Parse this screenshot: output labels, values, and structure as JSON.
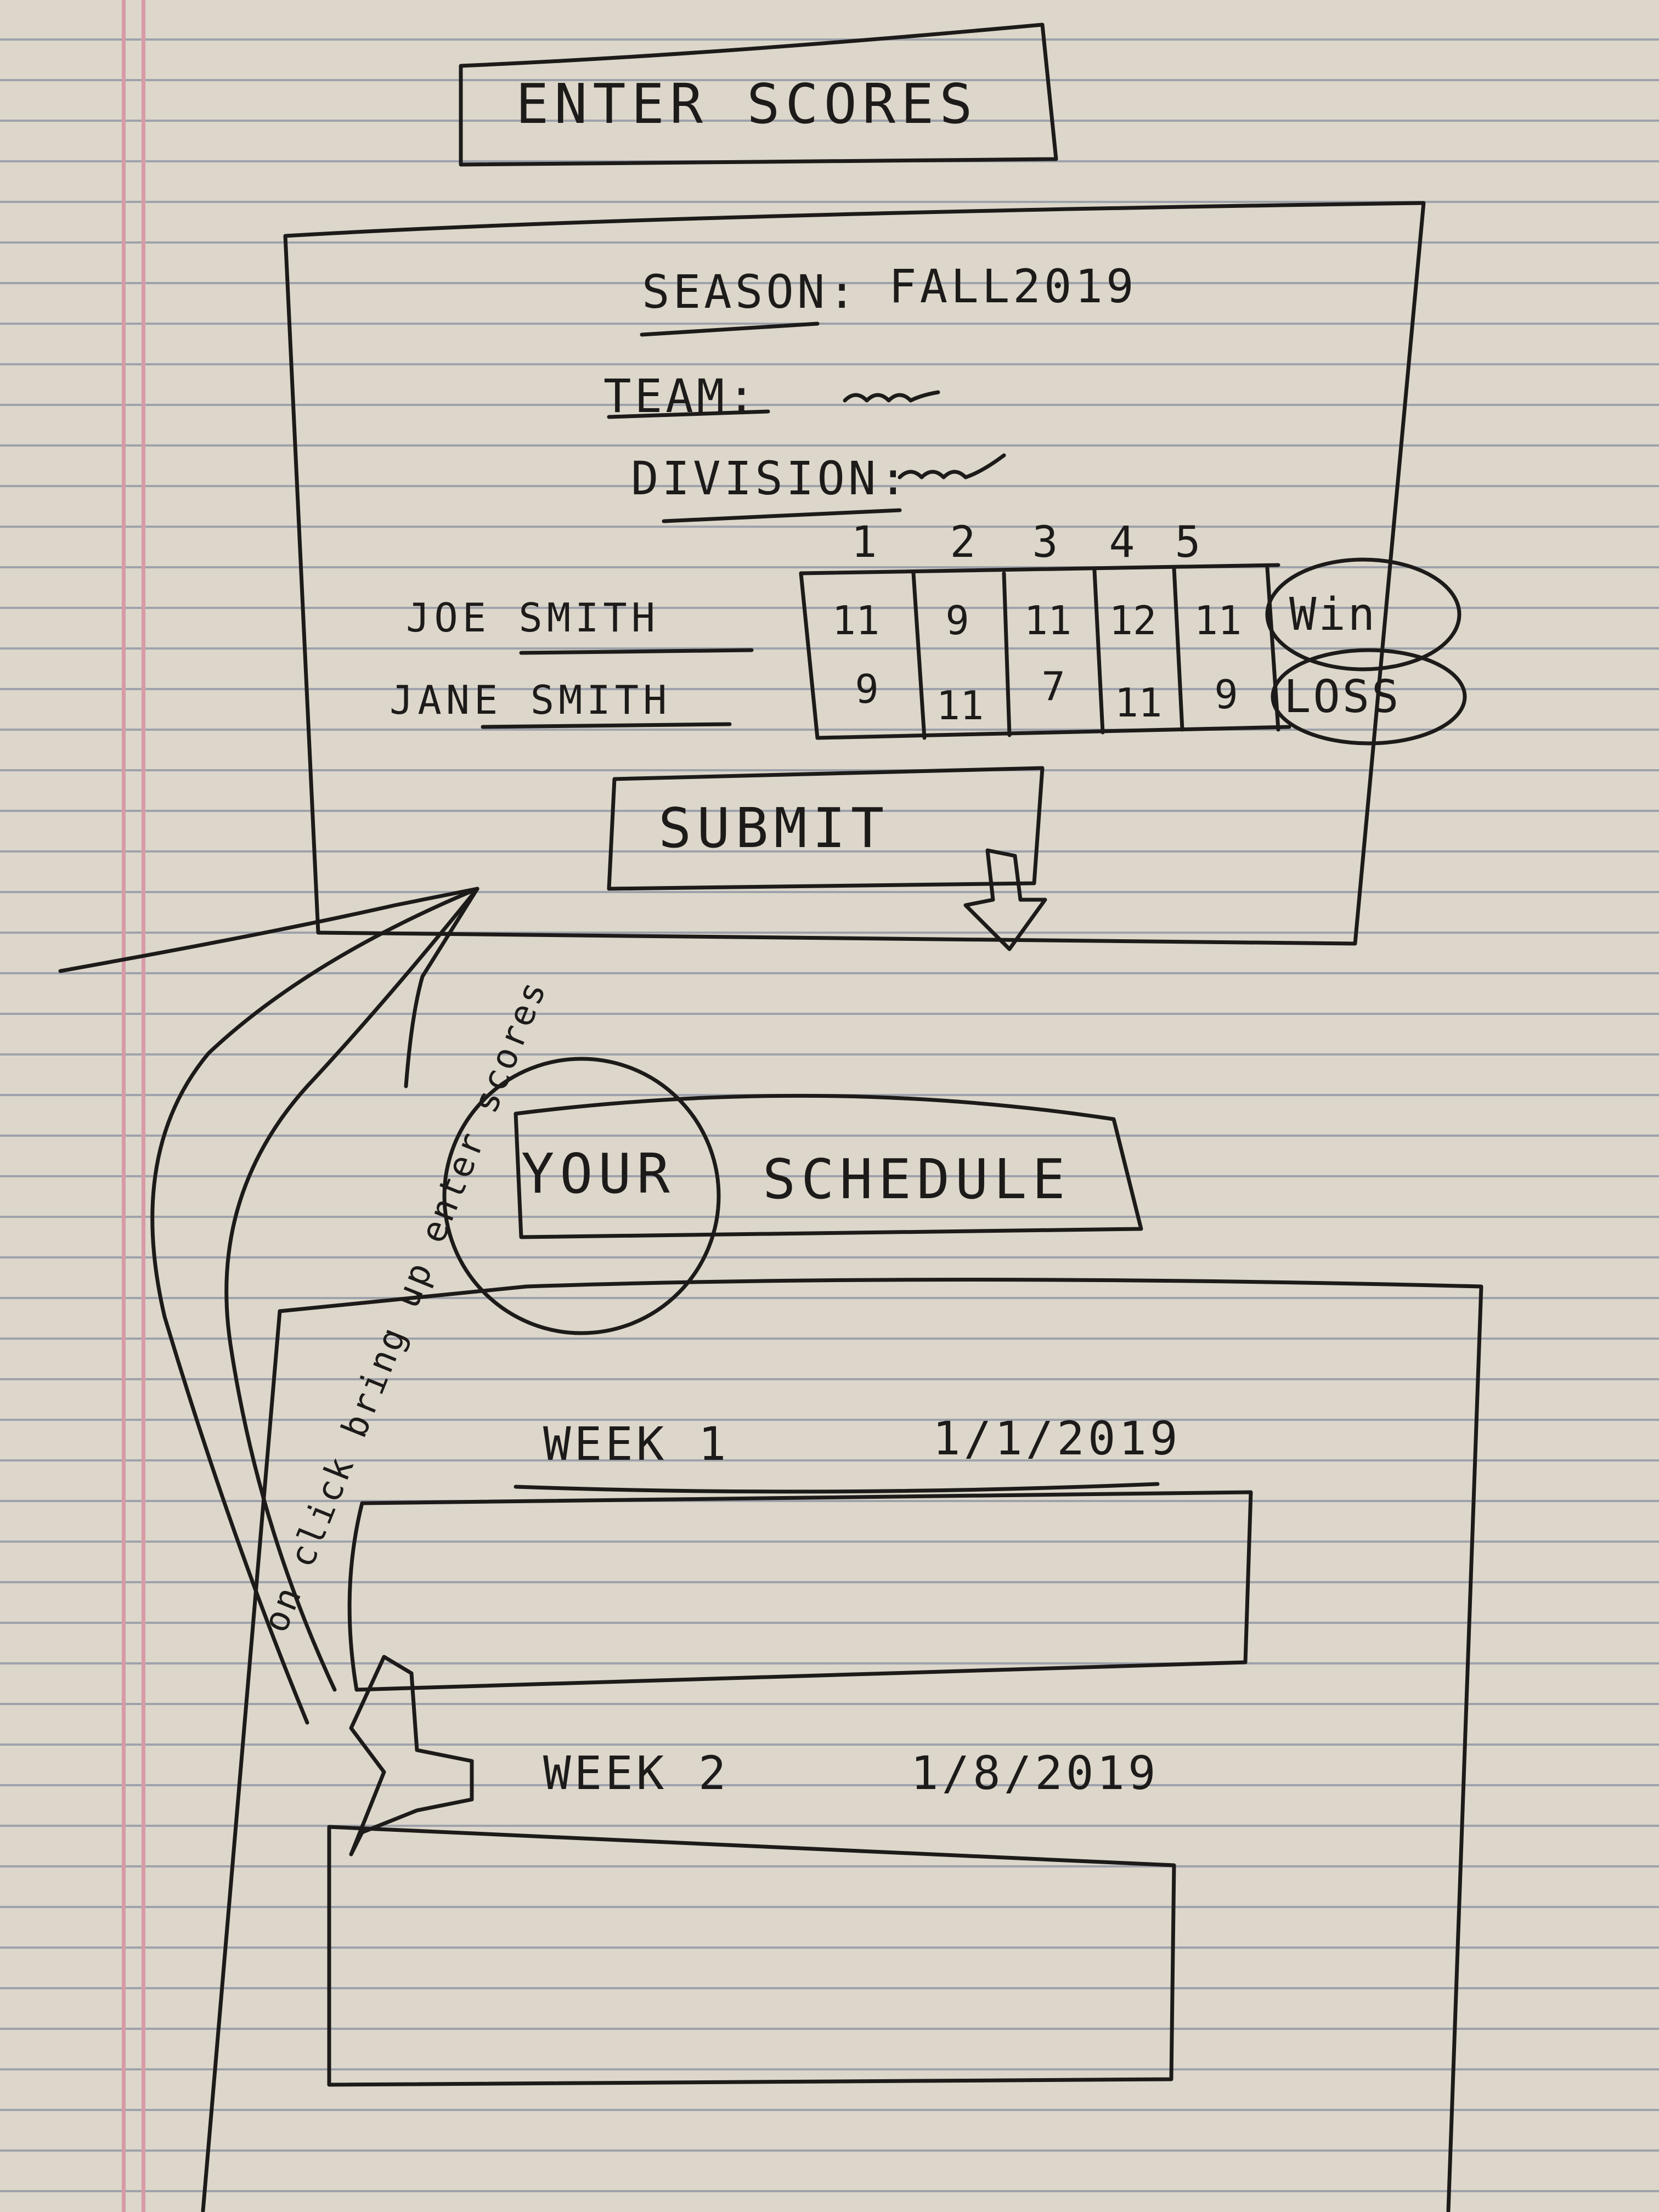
{
  "enter_scores": {
    "title": "ENTER SCORES",
    "season_label": "SEASON:",
    "season_value": "FALL2019",
    "team_label": "TEAM:",
    "division_label": "DIVISION:",
    "game_numbers": [
      "1",
      "2",
      "3",
      "4",
      "5"
    ],
    "players": [
      {
        "name": "JOE SMITH",
        "scores": [
          "11",
          "9",
          "11",
          "12",
          "11"
        ],
        "result": "Win"
      },
      {
        "name": "JANE SMITH",
        "scores": [
          "9",
          "11",
          "7",
          "11",
          "9"
        ],
        "result": "LOSS"
      }
    ],
    "submit_label": "SUBMIT"
  },
  "arrow_note": "on click bring up enter scores",
  "schedule": {
    "tab_your": "YOUR",
    "tab_schedule": "SCHEDULE",
    "weeks": [
      {
        "label": "WEEK 1",
        "date": "1/1/2019"
      },
      {
        "label": "WEEK 2",
        "date": "1/8/2019"
      }
    ]
  }
}
